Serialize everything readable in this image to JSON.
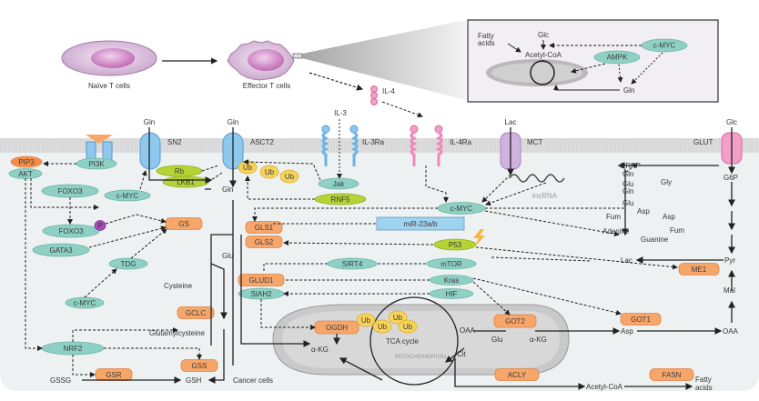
{
  "top": {
    "naive_cells": "Naïve T cells",
    "effector_cells": "Effector T cells",
    "il4": "IL-4",
    "il3": "IL-3"
  },
  "inset": {
    "fatty_acids_1": "Fatty",
    "fatty_acids_2": "acids",
    "glc": "Glc",
    "acetyl_coa": "Acetyl-CoA",
    "cmyc": "c-MYC",
    "ampk": "AMPK",
    "gln": "Gln"
  },
  "membrane": {
    "gln_sn2": "Gln",
    "sn2": "SN2",
    "gln_asct2": "Gln",
    "asct2": "ASCT2",
    "il3ra": "IL-3Ra",
    "il4ra": "IL-4Ra",
    "lac_in": "Lac",
    "mct": "MCT",
    "glut": "GLUT",
    "glc_in": "Glc"
  },
  "nodes": {
    "pip3": "PIP3",
    "pi3k": "PI3K",
    "akt": "AKT",
    "foxo3_a": "FOXO3",
    "cmyc_left": "c-MYC",
    "foxo3_b": "FOXO3",
    "p": "P",
    "gata3": "GATA3",
    "gs": "GS",
    "tdg": "TDG",
    "cmyc_low": "c-MYC",
    "gclc": "GCLC",
    "nrf2": "NRF2",
    "gss": "GSS",
    "gsr": "GSR",
    "rb": "Rb",
    "lkb1": "LKB1",
    "ub": "Ub",
    "jak": "Jak",
    "rnf5": "RNF5",
    "cmyc_center": "c-MYC",
    "gls1": "GLS1",
    "gls2": "GLS2",
    "mir": "miR-23a/b",
    "p53": "P53",
    "sirt4": "SIRT4",
    "mtor": "mTOR",
    "glud1": "GLUD1",
    "kras": "Kras",
    "siah2": "SIAH2",
    "hif": "HIF",
    "ogdh": "OGDH",
    "got2": "GOT2",
    "got1": "GOT1",
    "me1": "ME1",
    "acly": "ACLY",
    "fasn": "FASN"
  },
  "metabolites": {
    "gln_center": "Gln",
    "glu_center": "Glu",
    "cysteine": "Cysteine",
    "glutamylcysteine": "Glutamylcysteine",
    "gssg": "GSSG",
    "gsh": "GSH",
    "cancer_cells": "Cancer cells",
    "akg": "α-KG",
    "tca": "TCA cycle",
    "mito": "MITOCHONDRION",
    "oaa_mito": "OAA",
    "cit": "Cit",
    "glu_mito": "Glu",
    "akg2": "α-KG",
    "asp": "Asp",
    "oaa_right": "OAA",
    "mal": "Mal",
    "pyr": "Pyr",
    "lac": "Lac",
    "g6p": "G6P",
    "acetyl_coa": "Acetyl-CoA",
    "fatty_1": "Fatty",
    "fatty_2": "acids",
    "lncrna": "lncRNA",
    "prpp": "PRPP",
    "p_gln1": "Gln",
    "p_glu1": "Glu",
    "p_gly": "Gly",
    "p_gln2": "Gln",
    "p_glu2": "Glu",
    "p_asp1": "Asp",
    "p_fum1": "Fum",
    "p_asp2": "Asp",
    "p_fum2": "Fum",
    "adenine": "Adenine",
    "guanine": "Guanine"
  },
  "colors": {
    "teal_node": "#8fd0c4",
    "orange_node": "#f7a66a",
    "green_node": "#b5d334",
    "yellow_ub": "#f7d35c",
    "membrane": "#e2e2e2",
    "cell_bg": "#eef1f1",
    "transporter_blue": "#8fc8ee",
    "receptor_pink": "#ef88b8",
    "mct_purple": "#cfb2de",
    "glut_pink": "#f28cb8"
  }
}
